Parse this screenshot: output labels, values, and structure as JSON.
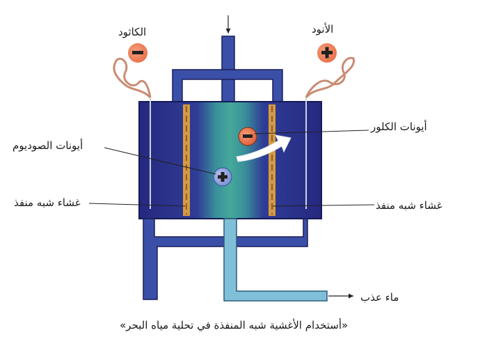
{
  "labels": {
    "cathode": "الكاثود",
    "anode": "الأنود",
    "chloride_ions": "أيونات الكلور",
    "sodium_ions": "أيونات الصوديوم",
    "membrane_left": "غشاء شبه منفذ",
    "membrane_right": "غشاء شبه منفذ",
    "fresh_water": "ماء عذب",
    "caption": "«أستخدام الأغشية شبه المنفذة في تحلية مياه البحر»"
  },
  "colors": {
    "tank_blue": "#2b2f8f",
    "pipe_blue": "#3a4fa8",
    "center_green": "#3aa39a",
    "membrane_orange": "#e8a53a",
    "electrode_sign": "#f07a52",
    "fresh_water_pipe": "#7fc0d8",
    "wire": "#c98b72"
  },
  "icons": {
    "cathode_sign": "minus-icon",
    "anode_sign": "plus-icon",
    "chloride_ion": "minus-icon",
    "sodium_ion": "plus-icon"
  }
}
